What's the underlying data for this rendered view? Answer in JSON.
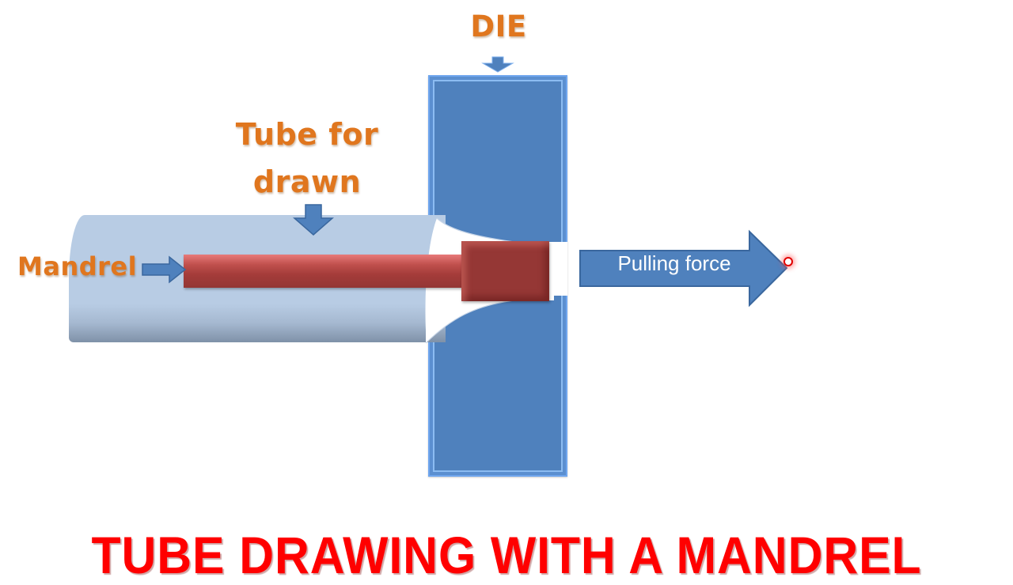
{
  "diagram": {
    "title": "TUBE DRAWING WITH A MANDREL",
    "labels": {
      "die": "DIE",
      "tube_line1": "Tube for",
      "tube_line2": "drawn",
      "mandrel": "Mandrel",
      "pulling_force": "Pulling force"
    },
    "colors": {
      "label_orange": "#e0761e",
      "die_blue": "#4f81bd",
      "tube_light_blue": "#b8cce4",
      "mandrel_red": "#953735",
      "title_red": "#ff0000",
      "arrow_blue": "#4f81bd"
    },
    "components": [
      {
        "id": "die",
        "description": "Stationary die block (vertical)"
      },
      {
        "id": "tube",
        "description": "Tube being drawn through die"
      },
      {
        "id": "mandrel",
        "description": "Mandrel rod with enlarged head inside die throat"
      },
      {
        "id": "pulling-force",
        "description": "Arrow indicating drawing direction to the right"
      }
    ]
  }
}
